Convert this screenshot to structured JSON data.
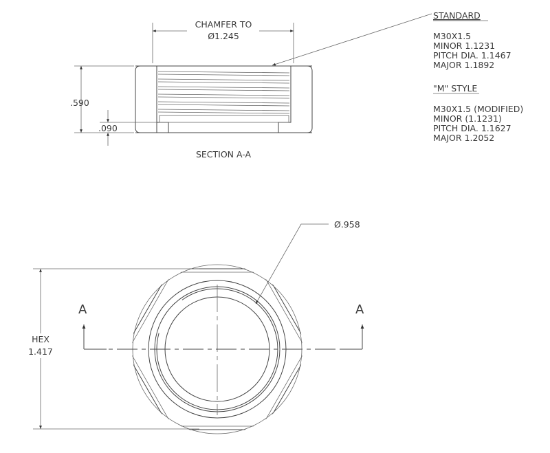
{
  "section_view": {
    "chamfer_label": "CHAMFER TO",
    "chamfer_value": "Ø1.245",
    "height_dim": ".590",
    "relief_dim": ".090",
    "title": "SECTION A-A"
  },
  "notes": {
    "standard": {
      "heading": "STANDARD",
      "lines": [
        "M30X1.5",
        "MINOR 1.1231",
        "PITCH DIA. 1.1467",
        "MAJOR 1.1892"
      ]
    },
    "m_style": {
      "heading": "\"M\" STYLE",
      "lines": [
        "M30X1.5 (MODIFIED)",
        "MINOR (1.1231)",
        "PITCH DIA. 1.1627",
        "MAJOR 1.2052"
      ]
    }
  },
  "top_view": {
    "bore_dim": "Ø.958",
    "hex_label": "HEX",
    "hex_value": "1.417",
    "section_mark_left": "A",
    "section_mark_right": "A"
  },
  "colors": {
    "line": "#444444",
    "text": "#3a3a3a"
  }
}
